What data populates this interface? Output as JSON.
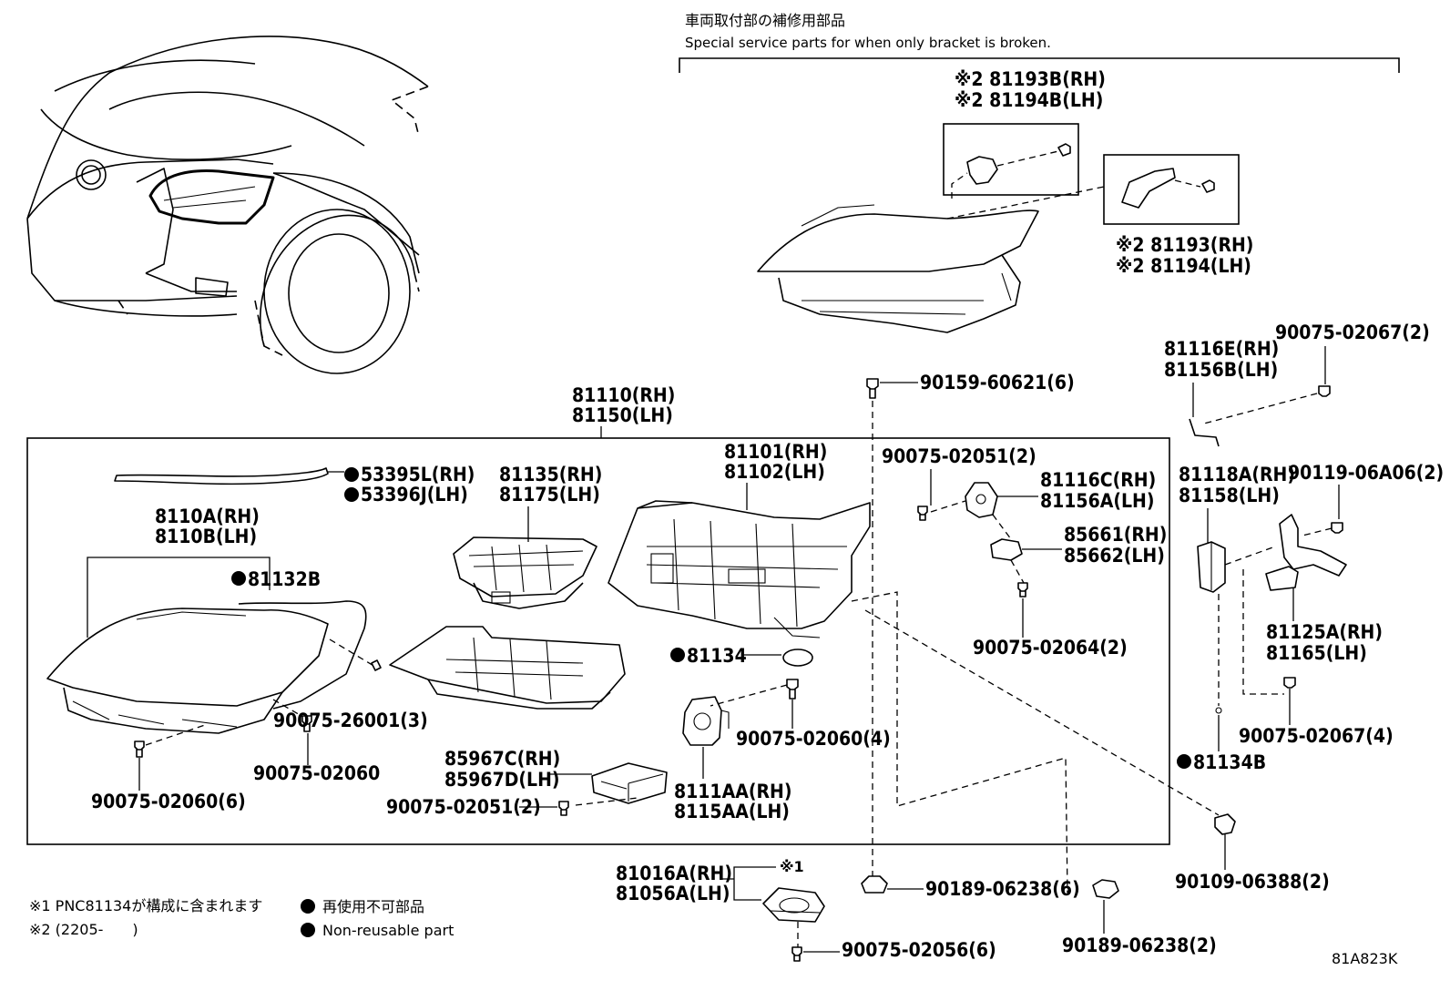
{
  "header": {
    "title_jp": "車両取付部の補修用部品",
    "title_en": "Special service parts for when only bracket is broken."
  },
  "labels": {
    "p81193b": "※2 81193B(RH)",
    "p81194b": "※2 81194B(LH)",
    "p81193": "※2 81193(RH)",
    "p81194": "※2 81194(LH)",
    "p90159": "90159-60621(6)",
    "p90075_02067_2": "90075-02067(2)",
    "p81116e": "81116E(RH)",
    "p81156b": "81156B(LH)",
    "p81110": "81110(RH)",
    "p81150": "81150(LH)",
    "p81101": "81101(RH)",
    "p81102": "81102(LH)",
    "p90075_02051_2a": "90075-02051(2)",
    "p81116c": "81116C(RH)",
    "p81156a": "81156A(LH)",
    "p85661": "85661(RH)",
    "p85662": "85662(LH)",
    "p90075_02064": "90075-02064(2)",
    "p81118a": "81118A(RH)",
    "p81158": "81158(LH)",
    "p90119": "90119-06A06(2)",
    "p81125a": "81125A(RH)",
    "p81165": "81165(LH)",
    "p90075_02067_4": "90075-02067(4)",
    "p81134b": "81134B",
    "p53395l": "53395L(RH)",
    "p53396j": "53396J(LH)",
    "p81135": "81135(RH)",
    "p81175": "81175(LH)",
    "p8110a": "8110A(RH)",
    "p8110b": "8110B(LH)",
    "p81132b": "81132B",
    "p81134": "81134",
    "p90075_02060_4": "90075-02060(4)",
    "p90075_26001": "90075-26001(3)",
    "p90075_02060": "90075-02060",
    "p90075_02060_6": "90075-02060(6)",
    "p85967c": "85967C(RH)",
    "p85967d": "85967D(LH)",
    "p90075_02051_2b": "90075-02051(2)",
    "p8111aa": "8111AA(RH)",
    "p8115aa": "8115AA(LH)",
    "p90109": "90109-06388(2)",
    "p81016a": "81016A(RH)",
    "p81056a": "81056A(LH)",
    "mark1": "※1",
    "p90189_6": "90189-06238(6)",
    "p90189_2": "90189-06238(2)",
    "p90075_02056": "90075-02056(6)"
  },
  "legend": {
    "note1": "※1 PNC81134が構成に含まれます",
    "note2": "※2 (2205-　　)",
    "nonreuse_jp": "再使用不可部品",
    "nonreuse_en": "Non-reusable part"
  },
  "diagram_code": "81A823K"
}
